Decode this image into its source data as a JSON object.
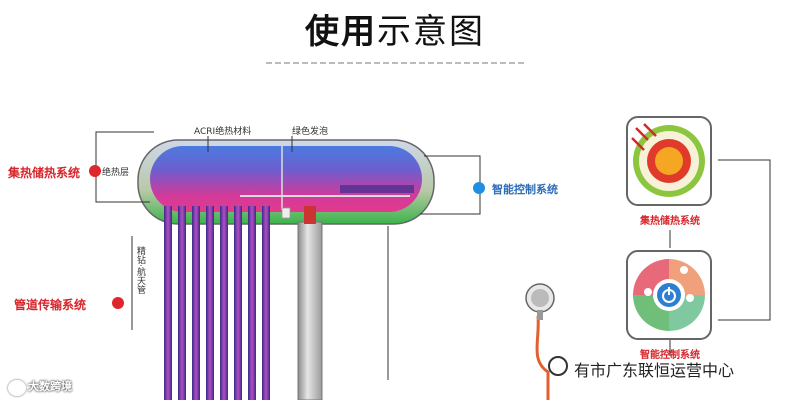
{
  "title": {
    "bold": "使用",
    "normal": "示意图"
  },
  "subtitle": "",
  "labels": {
    "heat_storage_system": "集热储热系统",
    "heat_layer": "绝热层",
    "acri_material": "ACRI绝热材料",
    "green_foam": "绿色发泡",
    "smart_control_system": "智能控制系统",
    "pipe_transfer_system": "管道传输系统",
    "pipe_vertical": "精钻·航天管"
  },
  "cards": {
    "heat_card_label": "集热储热系统",
    "control_card_label": "智能控制系统"
  },
  "footer": {
    "left_watermark": "大数跨境",
    "right_watermark": "有市广东联恒运营中心"
  },
  "colors": {
    "accent_red": "#e0262d",
    "accent_blue": "#1f8fe0"
  },
  "icons": [
    "sun-icon",
    "power-icon",
    "rain-icon",
    "cloud-icon",
    "shower-head-icon",
    "wechat-icon"
  ]
}
